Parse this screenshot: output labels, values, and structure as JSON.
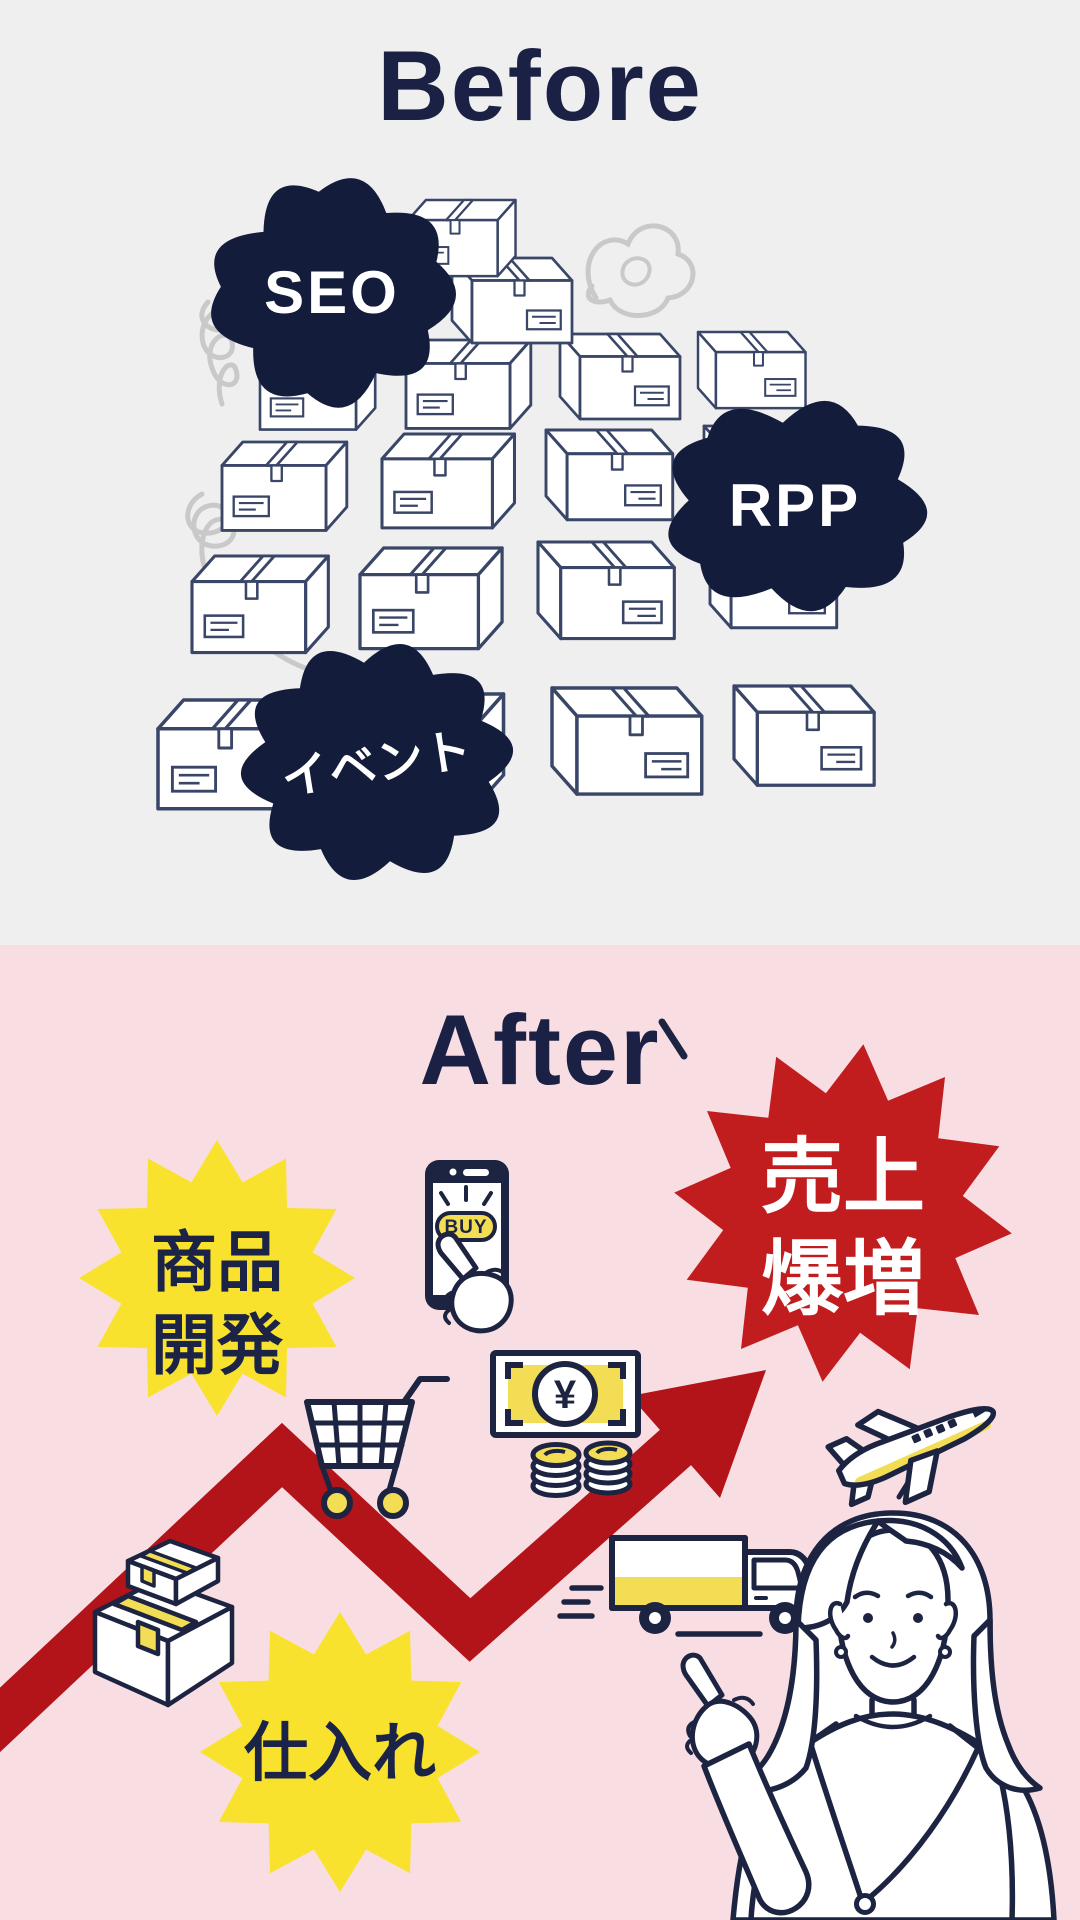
{
  "before": {
    "title": "Before",
    "badges": [
      {
        "id": "seo",
        "label": "SEO"
      },
      {
        "id": "rpp",
        "label": "RPP"
      },
      {
        "id": "event",
        "label": "イベント"
      }
    ]
  },
  "after": {
    "title": "After",
    "badges": [
      {
        "id": "product-development",
        "line1": "商品",
        "line2": "開発"
      },
      {
        "id": "sales-explosion",
        "line1": "売上",
        "line2": "爆増"
      },
      {
        "id": "purchasing",
        "label": "仕入れ"
      }
    ],
    "buy_button_label": "BUY",
    "yen_symbol": "¥"
  },
  "colors": {
    "navy": "#1b2144",
    "badge_navy": "#141c3b",
    "red_star": "#c11d1f",
    "red_arrow": "#b2141a",
    "star_yellow": "#f8e22d",
    "icon_yellow": "#f3dd55",
    "bg_top": "#efeff0",
    "bg_bottom": "#f8dee2"
  }
}
